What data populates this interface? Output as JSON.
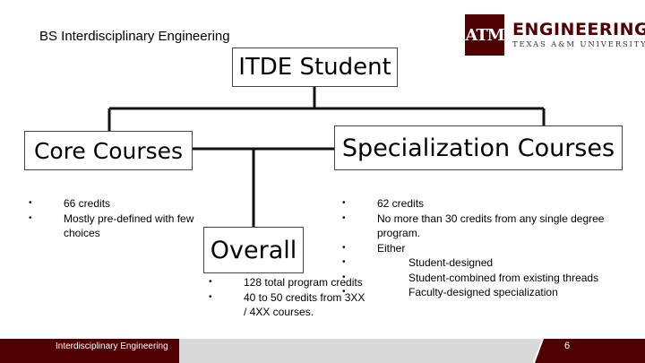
{
  "slide": {
    "title": "BS Interdisciplinary Engineering"
  },
  "logo": {
    "mark": "ATM",
    "line1": "ENGINEERING",
    "line2": "TEXAS A&M UNIVERSITY"
  },
  "diagram": {
    "root": "ITDE Student",
    "core": {
      "title": "Core Courses",
      "bullets": [
        "66 credits",
        "Mostly pre-defined with few choices"
      ]
    },
    "specialization": {
      "title": "Specialization Courses",
      "bullets": [
        "62 credits",
        "No more than 30 credits from any single degree program.",
        "Either"
      ],
      "sub_bullets": [
        "Student-designed",
        "Student-combined from existing threads",
        "Faculty-designed specialization"
      ]
    },
    "overall": {
      "title": "Overall",
      "bullets": [
        "128 total program credits",
        "40 to 50 credits from 3XX / 4XX courses."
      ]
    }
  },
  "footer": {
    "label": "Interdisciplinary Engineering",
    "page_number": "6"
  },
  "colors": {
    "maroon": "#500000",
    "footer_gray": "#d9d9d9"
  }
}
